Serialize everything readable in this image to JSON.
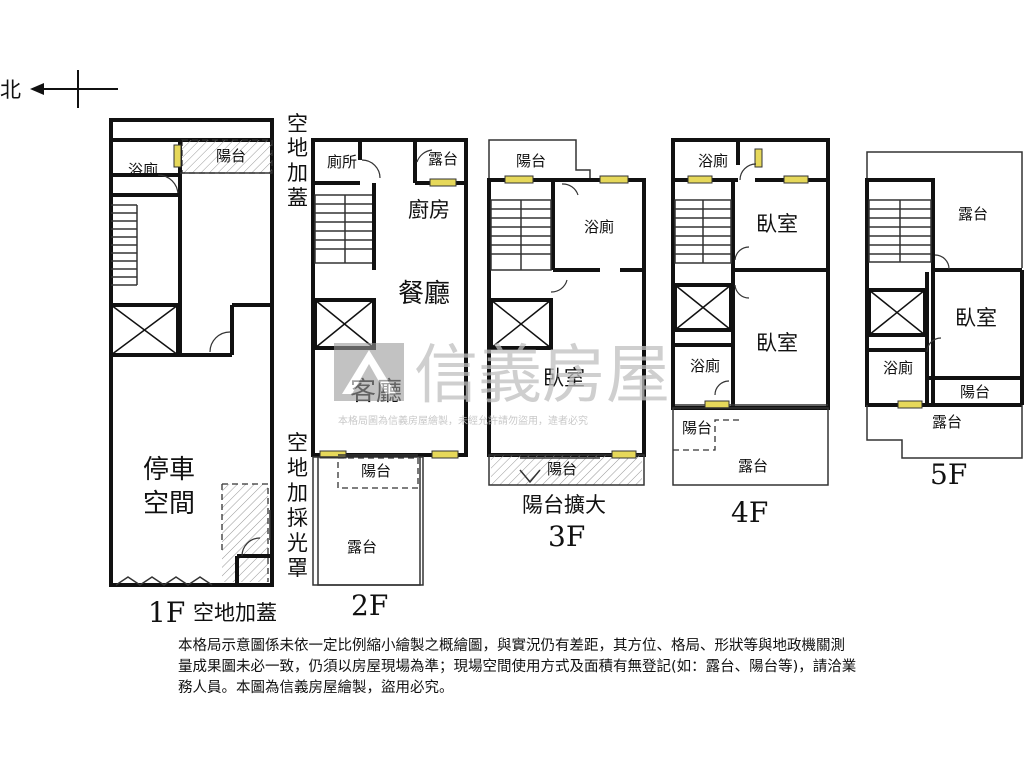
{
  "compass": {
    "north_label": "北"
  },
  "floors": {
    "f1": {
      "label": "1F",
      "rooms": {
        "bath": "浴廁",
        "balcony": "陽台",
        "parking_line1": "停車",
        "parking_line2": "空間"
      },
      "notes": {
        "side_cover": [
          "空",
          "地",
          "加",
          "蓋"
        ],
        "bottom_cover": "空地加蓋"
      }
    },
    "f2": {
      "label": "2F",
      "rooms": {
        "toilet": "廁所",
        "terrace_top": "露台",
        "kitchen": "廚房",
        "dining": "餐廳",
        "living": "客廳",
        "balcony": "陽台",
        "terrace_bottom": "露台"
      },
      "notes": {
        "skylight": [
          "空",
          "地",
          "加",
          "採",
          "光",
          "罩"
        ]
      }
    },
    "f3": {
      "label": "3F",
      "rooms": {
        "balcony_top": "陽台",
        "bath": "浴廁",
        "bedroom": "臥室",
        "balcony_bottom": "陽台"
      },
      "notes": {
        "balcony_ext": "陽台擴大"
      }
    },
    "f4": {
      "label": "4F",
      "rooms": {
        "bath_top": "浴廁",
        "bedroom1": "臥室",
        "bedroom2": "臥室",
        "bath_mid": "浴廁",
        "balcony": "陽台",
        "terrace": "露台"
      }
    },
    "f5": {
      "label": "5F",
      "rooms": {
        "terrace_top": "露台",
        "bedroom": "臥室",
        "bath": "浴廁",
        "balcony": "陽台",
        "terrace_bottom": "露台"
      }
    }
  },
  "watermark": {
    "brand": "信義房屋",
    "notice": "本格局圖為信義房屋繪製，未經允許請勿盜用，違者必究"
  },
  "disclaimer": "本格局示意圖係未依一定比例縮小繪製之概繪圖，與實況仍有差距，其方位、格局、形狀等與地政機關測量成果圖未必一致，仍須以房屋現場為準；現場空間使用方式及面積有無登記(如：露台、陽台等)，請洽業務人員。本圖為信義房屋繪製，盜用必究。"
}
